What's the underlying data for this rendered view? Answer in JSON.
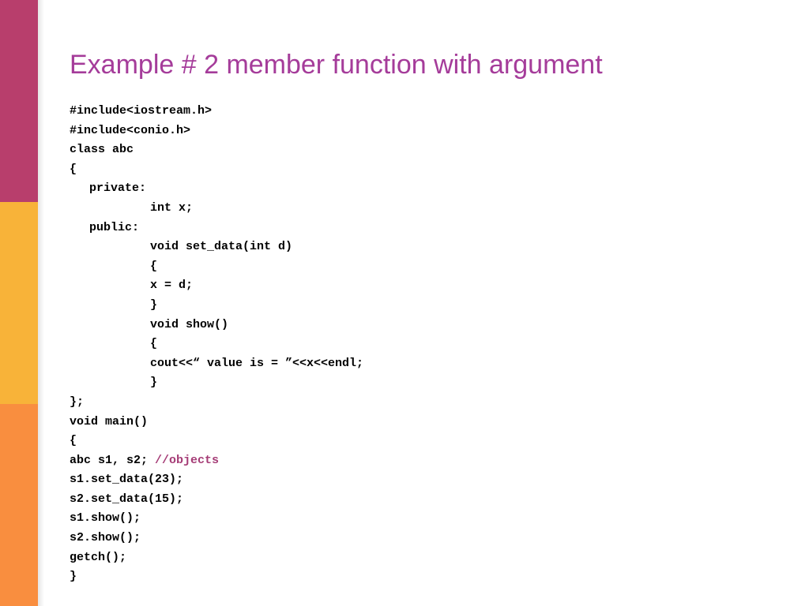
{
  "theme": {
    "stripe_top": "#b83e6c",
    "stripe_mid": "#f8b339",
    "stripe_bottom": "#f98e3f",
    "title_color": "#a53c9a",
    "comment_color": "#a53c76"
  },
  "slide": {
    "title": "Example # 2 member function with argument",
    "code_lines": [
      {
        "indent": 0,
        "text": "#include<iostream.h>",
        "comment": ""
      },
      {
        "indent": 0,
        "text": "#include<conio.h>",
        "comment": ""
      },
      {
        "indent": 0,
        "text": "class abc",
        "comment": ""
      },
      {
        "indent": 0,
        "text": "{",
        "comment": ""
      },
      {
        "indent": 1,
        "text": "private:",
        "comment": ""
      },
      {
        "indent": 2,
        "text": "int x;",
        "comment": ""
      },
      {
        "indent": 1,
        "text": "public:",
        "comment": ""
      },
      {
        "indent": 2,
        "text": "void set_data(int d)",
        "comment": ""
      },
      {
        "indent": 2,
        "text": "{",
        "comment": ""
      },
      {
        "indent": 2,
        "text": "x = d;",
        "comment": ""
      },
      {
        "indent": 2,
        "text": "}",
        "comment": ""
      },
      {
        "indent": 2,
        "text": "void show()",
        "comment": ""
      },
      {
        "indent": 2,
        "text": "{",
        "comment": ""
      },
      {
        "indent": 2,
        "text": "cout<<“ value is = ”<<x<<endl;",
        "comment": ""
      },
      {
        "indent": 2,
        "text": "}",
        "comment": ""
      },
      {
        "indent": 0,
        "text": "};",
        "comment": ""
      },
      {
        "indent": 0,
        "text": "void main()",
        "comment": ""
      },
      {
        "indent": 0,
        "text": "{",
        "comment": ""
      },
      {
        "indent": 0,
        "text": "abc s1, s2; ",
        "comment": "//objects"
      },
      {
        "indent": 0,
        "text": "s1.set_data(23);",
        "comment": ""
      },
      {
        "indent": 0,
        "text": "s2.set_data(15);",
        "comment": ""
      },
      {
        "indent": 0,
        "text": "s1.show();",
        "comment": ""
      },
      {
        "indent": 0,
        "text": "s2.show();",
        "comment": ""
      },
      {
        "indent": 0,
        "text": "getch();",
        "comment": ""
      },
      {
        "indent": 0,
        "text": "}",
        "comment": ""
      }
    ]
  }
}
